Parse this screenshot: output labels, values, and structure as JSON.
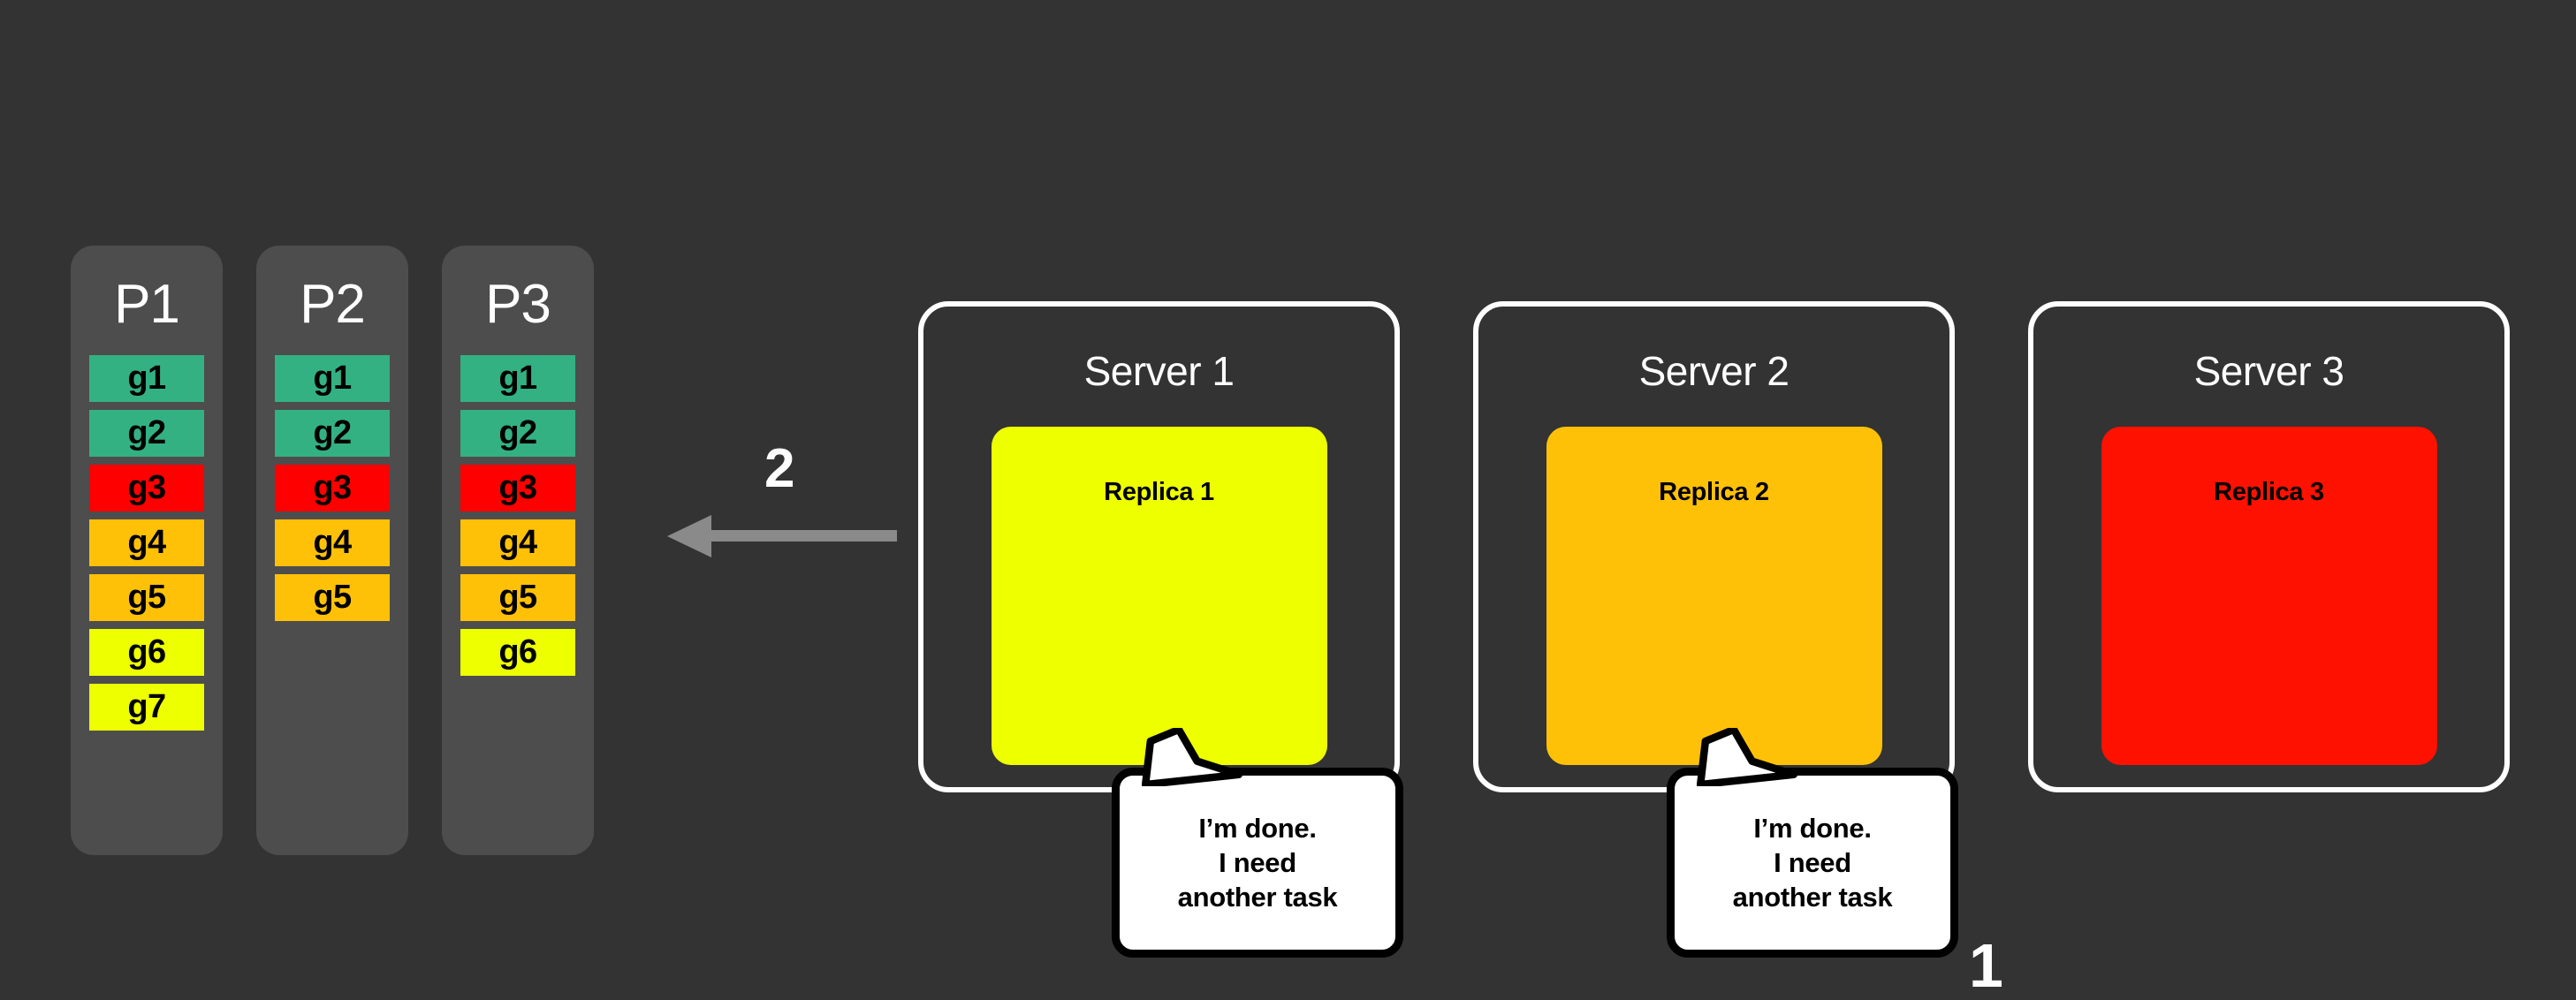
{
  "background_color": "#333333",
  "partitions": {
    "column_bg": "#4d4d4d",
    "columns": [
      {
        "title": "P1",
        "tasks": [
          {
            "label": "g1",
            "color": "#33b183"
          },
          {
            "label": "g2",
            "color": "#33b183"
          },
          {
            "label": "g3",
            "color": "#ff0000"
          },
          {
            "label": "g4",
            "color": "#ffc107"
          },
          {
            "label": "g5",
            "color": "#ffc107"
          },
          {
            "label": "g6",
            "color": "#eeff00"
          },
          {
            "label": "g7",
            "color": "#eeff00"
          }
        ]
      },
      {
        "title": "P2",
        "tasks": [
          {
            "label": "g1",
            "color": "#33b183"
          },
          {
            "label": "g2",
            "color": "#33b183"
          },
          {
            "label": "g3",
            "color": "#ff0000"
          },
          {
            "label": "g4",
            "color": "#ffc107"
          },
          {
            "label": "g5",
            "color": "#ffc107"
          }
        ]
      },
      {
        "title": "P3",
        "tasks": [
          {
            "label": "g1",
            "color": "#33b183"
          },
          {
            "label": "g2",
            "color": "#33b183"
          },
          {
            "label": "g3",
            "color": "#ff0000"
          },
          {
            "label": "g4",
            "color": "#ffc107"
          },
          {
            "label": "g5",
            "color": "#ffc107"
          },
          {
            "label": "g6",
            "color": "#eeff00"
          }
        ]
      }
    ]
  },
  "arrow": {
    "step_label": "2",
    "direction": "left",
    "color": "#8a8a8a"
  },
  "servers": [
    {
      "title": "Server 1",
      "replica_label": "Replica 1",
      "replica_color": "#eeff00",
      "has_bubble": true
    },
    {
      "title": "Server 2",
      "replica_label": "Replica 2",
      "replica_color": "#ffc107",
      "has_bubble": true
    },
    {
      "title": "Server 3",
      "replica_label": "Replica 3",
      "replica_color": "#ff1100",
      "has_bubble": false
    }
  ],
  "bubbles": [
    {
      "lines": [
        "I’m done.",
        "I need",
        "another task"
      ]
    },
    {
      "lines": [
        "I’m done.",
        "I need",
        "another task"
      ]
    }
  ],
  "step_1_label": "1"
}
